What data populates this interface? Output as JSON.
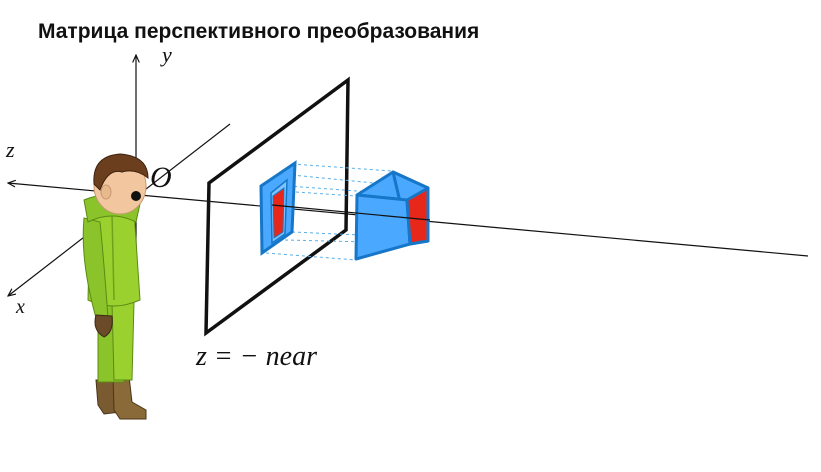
{
  "title": "Матрица перспективного преобразования",
  "labels": {
    "axis_y": "y",
    "axis_z": "z",
    "axis_x": "x",
    "origin": "O",
    "plane": "z = − near"
  },
  "colors": {
    "object_fill": "#4aa8ff",
    "object_edge": "#1677c9",
    "face_red": "#e8271b",
    "projection_lines": "#5aaee8",
    "plane_frame": "#111111",
    "figure_body": "#9bd12e"
  },
  "icons": {
    "observer": "boy-figure-icon"
  }
}
